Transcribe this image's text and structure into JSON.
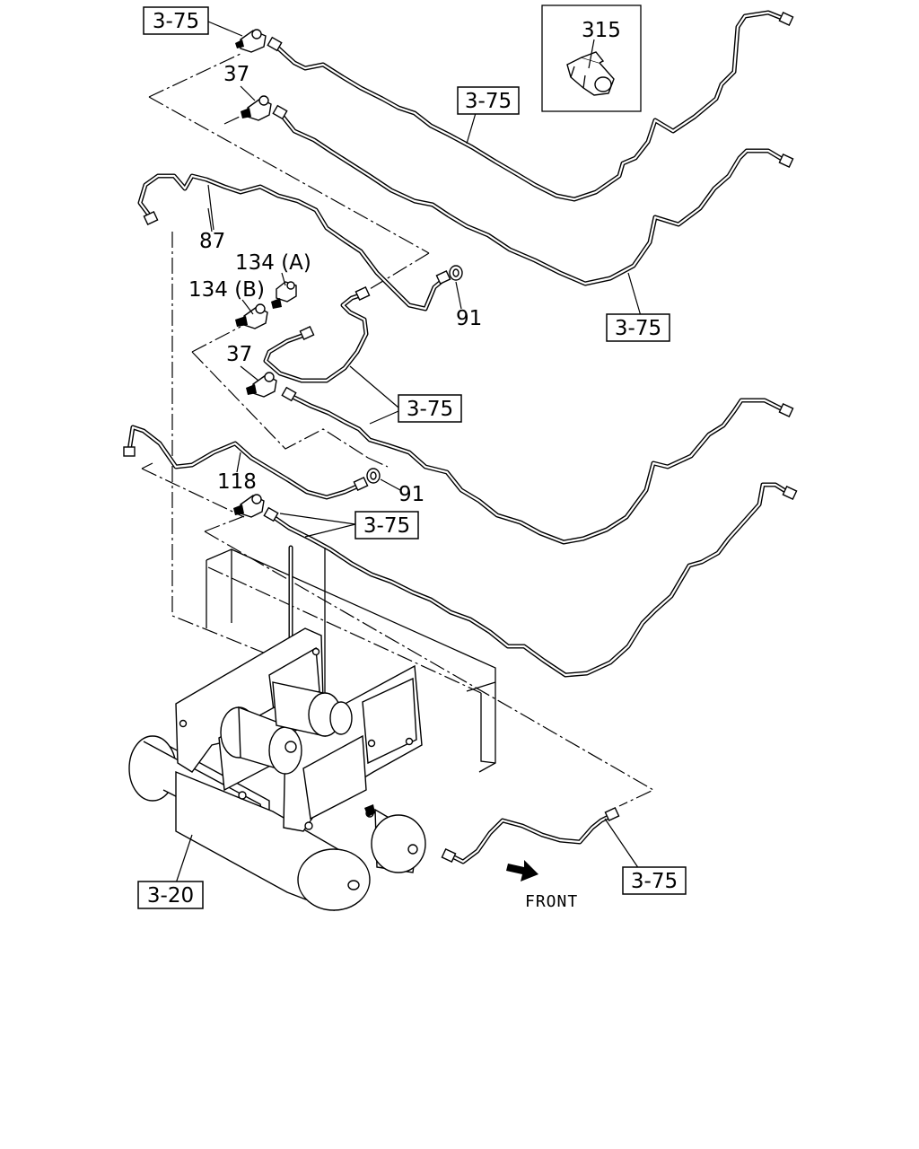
{
  "labels": {
    "ref_top_left": "3-75",
    "ref_mid_top": "3-75",
    "ref_right_upper": "3-75",
    "ref_center": "3-75",
    "ref_lower": "3-75",
    "ref_bottom_right": "3-75",
    "ref_tank": "3-20",
    "part_315": "315",
    "part_37_upper": "37",
    "part_37_lower": "37",
    "part_87": "87",
    "part_134a": "134 (A)",
    "part_134b": "134 (B)",
    "part_91_upper": "91",
    "part_91_lower": "91",
    "part_118": "118",
    "front": "FRONT"
  },
  "colors": {
    "line": "#000000",
    "background": "#ffffff"
  }
}
